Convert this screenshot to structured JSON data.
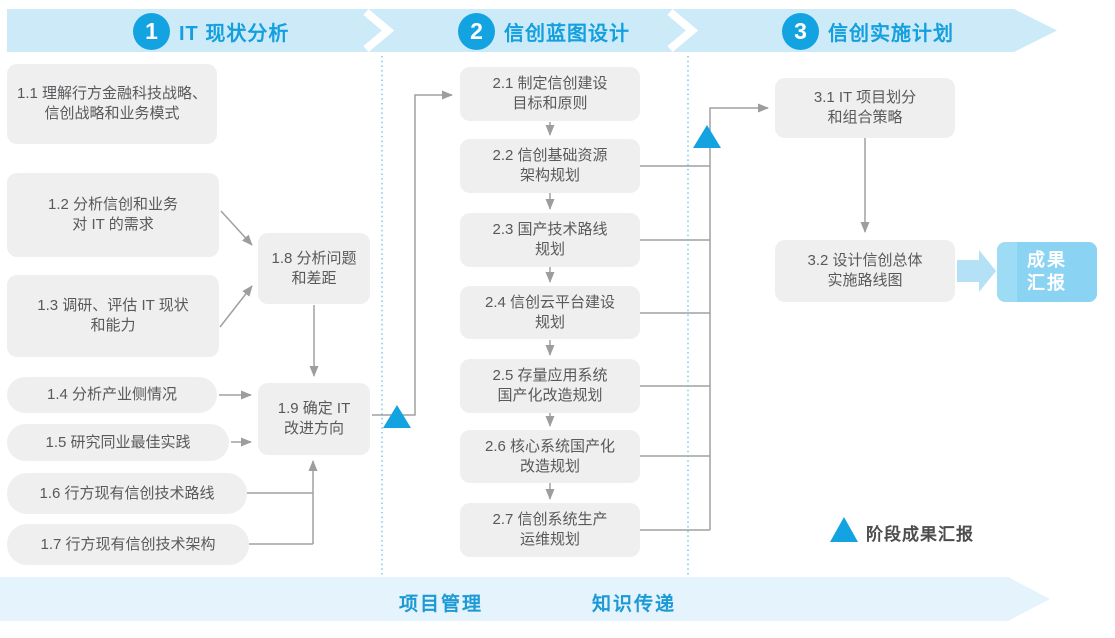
{
  "phases": [
    {
      "number": "1",
      "title": "IT 现状分析"
    },
    {
      "number": "2",
      "title": "信创蓝图设计"
    },
    {
      "number": "3",
      "title": "信创实施计划"
    }
  ],
  "phase1_boxes": {
    "b11": "1.1 理解行方金融科技战略、\n信创战略和业务模式",
    "b12": "1.2 分析信创和业务\n对 IT 的需求",
    "b13": "1.3 调研、评估 IT 现状\n和能力",
    "b14": "1.4 分析产业侧情况",
    "b15": "1.5 研究同业最佳实践",
    "b16": "1.6 行方现有信创技术路线",
    "b17": "1.7 行方现有信创技术架构",
    "b18": "1.8 分析问题\n和差距",
    "b19": "1.9 确定 IT\n改进方向"
  },
  "phase2_boxes": {
    "b21": "2.1 制定信创建设\n目标和原则",
    "b22": "2.2 信创基础资源\n架构规划",
    "b23": "2.3 国产技术路线\n规划",
    "b24": "2.4 信创云平台建设\n规划",
    "b25": "2.5 存量应用系统\n国产化改造规划",
    "b26": "2.6 核心系统国产化\n改造规划",
    "b27": "2.7 信创系统生产\n运维规划"
  },
  "phase3_boxes": {
    "b31": "3.1 IT 项目划分\n和组合策略",
    "b32": "3.2 设计信创总体\n实施路线图"
  },
  "result_box": {
    "label": "成果\n汇报"
  },
  "footer": {
    "items": [
      "项目管理",
      "知识传递"
    ]
  },
  "legend": {
    "label": "阶段成果汇报"
  },
  "colors": {
    "accent_blue": "#14a3e1",
    "banner_fill": "#cdeaf8",
    "footer_fill": "#e4f3fc",
    "box_fill": "#efefef",
    "box_text": "#58595b",
    "connector_gray": "#a0a0a0",
    "dotted_divider": "#5ec2ea",
    "result_fill": "#8bd3f2",
    "thick_arrow_fill": "#b4e1f6"
  }
}
